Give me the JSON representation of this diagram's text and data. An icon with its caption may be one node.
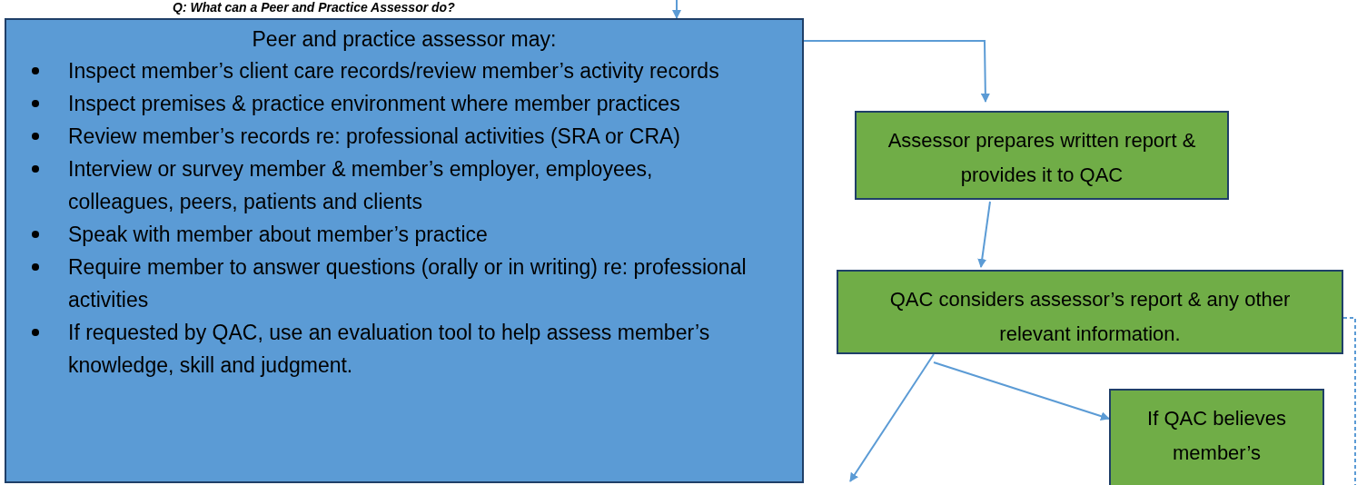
{
  "diagram": {
    "title": "Q: What can a Peer and Practice Assessor do?",
    "nodes": [
      {
        "text": [
          "Peer and practice assessor may:",
          "Inspect member’s client care records/review member’s activity records",
          "Inspect premises & practice environment where member practices",
          "Review member’s records re: professional activities (SRA or CRA)",
          "Interview or survey member & member’s employer, employees, colleagues, peers, patients and clients",
          "Speak with member about member’s practice",
          "Require member to answer questions (orally or in writing) re: professional activities",
          "If requested by QAC, use an evaluation tool to help assess member’s knowledge, skill and judgment."
        ]
      },
      {
        "text": [
          "Assessor prepares written report & provides it to QAC"
        ]
      },
      {
        "text": [
          "QAC considers assessor’s report & any other relevant information."
        ]
      },
      {
        "text": [
          "If QAC believes member’s"
        ]
      }
    ],
    "edges": [
      {
        "from": null,
        "to": 0,
        "arrow": "to"
      },
      {
        "from": 0,
        "to": 1,
        "arrow": "to"
      },
      {
        "from": 1,
        "to": 2,
        "arrow": "to"
      },
      {
        "from": 2,
        "to": 3,
        "arrow": "to"
      },
      {
        "from": 2,
        "to": null,
        "arrow": "to"
      },
      {
        "from": 2,
        "to": null,
        "arrow": "none",
        "style": "dashed"
      }
    ]
  }
}
